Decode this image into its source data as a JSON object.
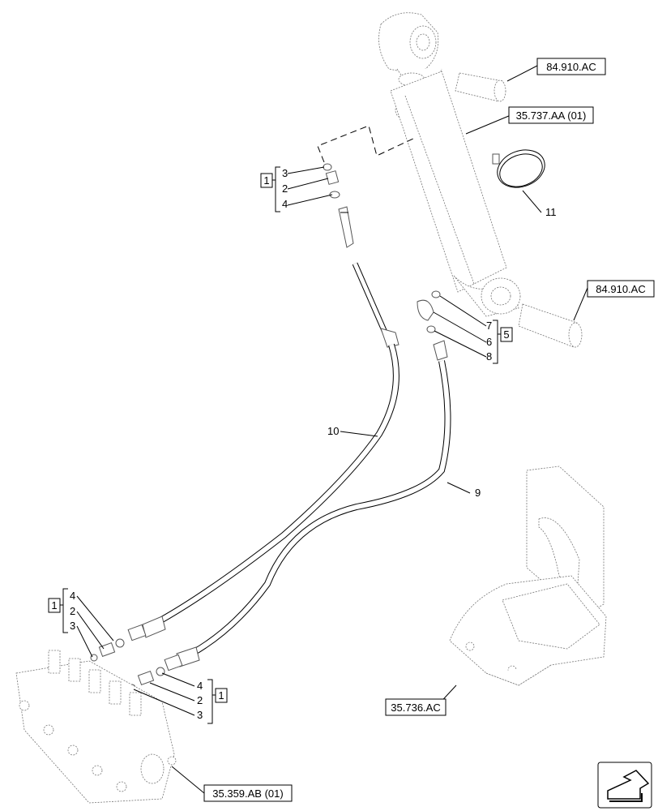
{
  "references": {
    "r1": "84.910.AC",
    "r2": "35.737.AA (01)",
    "r3": "84.910.AC",
    "r4": "35.736.AC",
    "r5": "35.359.AB (01)"
  },
  "groups": {
    "g_top_left": "1",
    "g_right_fittings": "5",
    "g_bottom_left": "1",
    "g_bottom_right": "1"
  },
  "callouts": {
    "c_top_3": "3",
    "c_top_2": "2",
    "c_top_4": "4",
    "c_hose_10": "10",
    "c_hose_9": "9",
    "c_clamp_11": "11",
    "c_r_7": "7",
    "c_r_6": "6",
    "c_r_8": "8",
    "c_bl_4": "4",
    "c_bl_2": "2",
    "c_bl_3": "3",
    "c_br_4": "4",
    "c_br_2": "2",
    "c_br_3": "3"
  }
}
